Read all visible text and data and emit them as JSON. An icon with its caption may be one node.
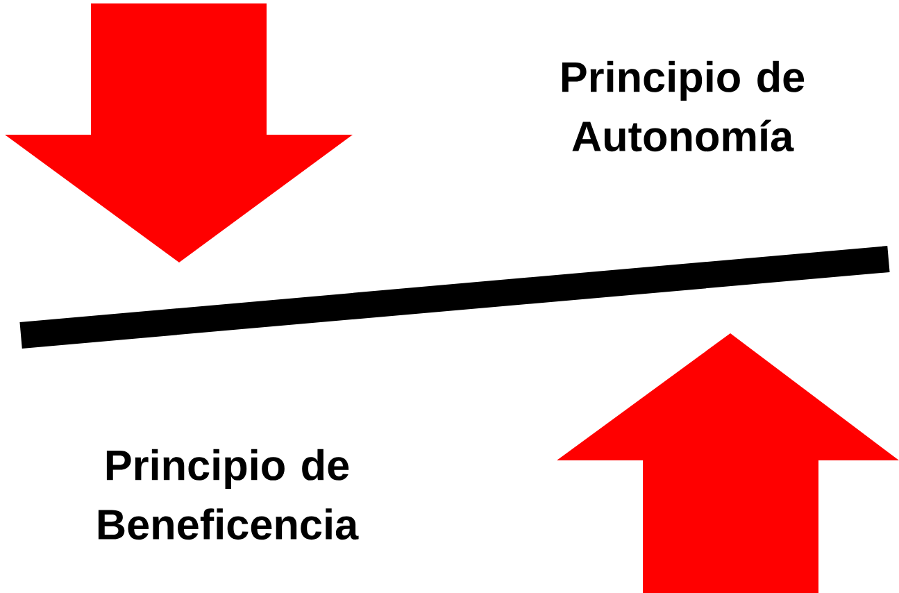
{
  "diagram": {
    "nodes": [
      {
        "text": [],
        "shape": "bar"
      }
    ],
    "labels": [
      "Principio de Autonomía",
      "Principio de Beneficencia"
    ]
  }
}
